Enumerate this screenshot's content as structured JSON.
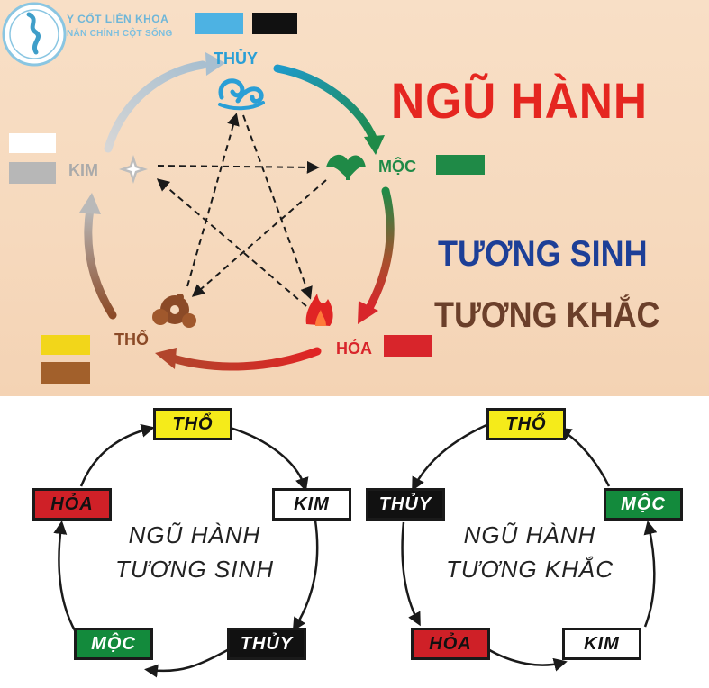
{
  "logo": {
    "line1": "Y CỐT LIÊN KHOA",
    "line2": "NẮN CHỈNH CỘT SỐNG"
  },
  "title": "NGŨ HÀNH",
  "subtitle1": "TƯƠNG SINH",
  "subtitle2": "TƯƠNG KHẮC",
  "elements": {
    "thuy": {
      "label": "THỦY",
      "icon": "water-wave-icon",
      "swatches": [
        "#4db2e3",
        "#111111"
      ]
    },
    "moc": {
      "label": "MỘC",
      "icon": "tree-leaf-icon",
      "swatches": [
        "#1f8a47"
      ]
    },
    "hoa": {
      "label": "HỎA",
      "icon": "fire-flame-icon",
      "swatches": [
        "#d8252b"
      ]
    },
    "tho": {
      "label": "THỔ",
      "icon": "earth-rock-icon",
      "swatches": [
        "#f2d61a",
        "#a2602b"
      ]
    },
    "kim": {
      "label": "KIM",
      "icon": "metal-star-icon",
      "swatches": [
        "#ffffff",
        "#b7b7b7"
      ]
    }
  },
  "sinh_cycle": {
    "center_line1": "NGŨ HÀNH",
    "center_line2": "TƯƠNG SINH",
    "boxes": [
      {
        "label": "THỔ",
        "bg": "#f5eb1a",
        "fg": "#111111"
      },
      {
        "label": "KIM",
        "bg": "#ffffff",
        "fg": "#111111"
      },
      {
        "label": "THỦY",
        "bg": "#111111",
        "fg": "#ffffff"
      },
      {
        "label": "MỘC",
        "bg": "#138a3c",
        "fg": "#ffffff"
      },
      {
        "label": "HỎA",
        "bg": "#cf2027",
        "fg": "#111111"
      }
    ]
  },
  "khac_cycle": {
    "center_line1": "NGŨ HÀNH",
    "center_line2": "TƯƠNG KHẮC",
    "boxes": [
      {
        "label": "THỔ",
        "bg": "#f5eb1a",
        "fg": "#111111"
      },
      {
        "label": "MỘC",
        "bg": "#138a3c",
        "fg": "#ffffff"
      },
      {
        "label": "KIM",
        "bg": "#ffffff",
        "fg": "#111111"
      },
      {
        "label": "HỎA",
        "bg": "#cf2027",
        "fg": "#111111"
      },
      {
        "label": "THỦY",
        "bg": "#111111",
        "fg": "#ffffff"
      }
    ]
  }
}
